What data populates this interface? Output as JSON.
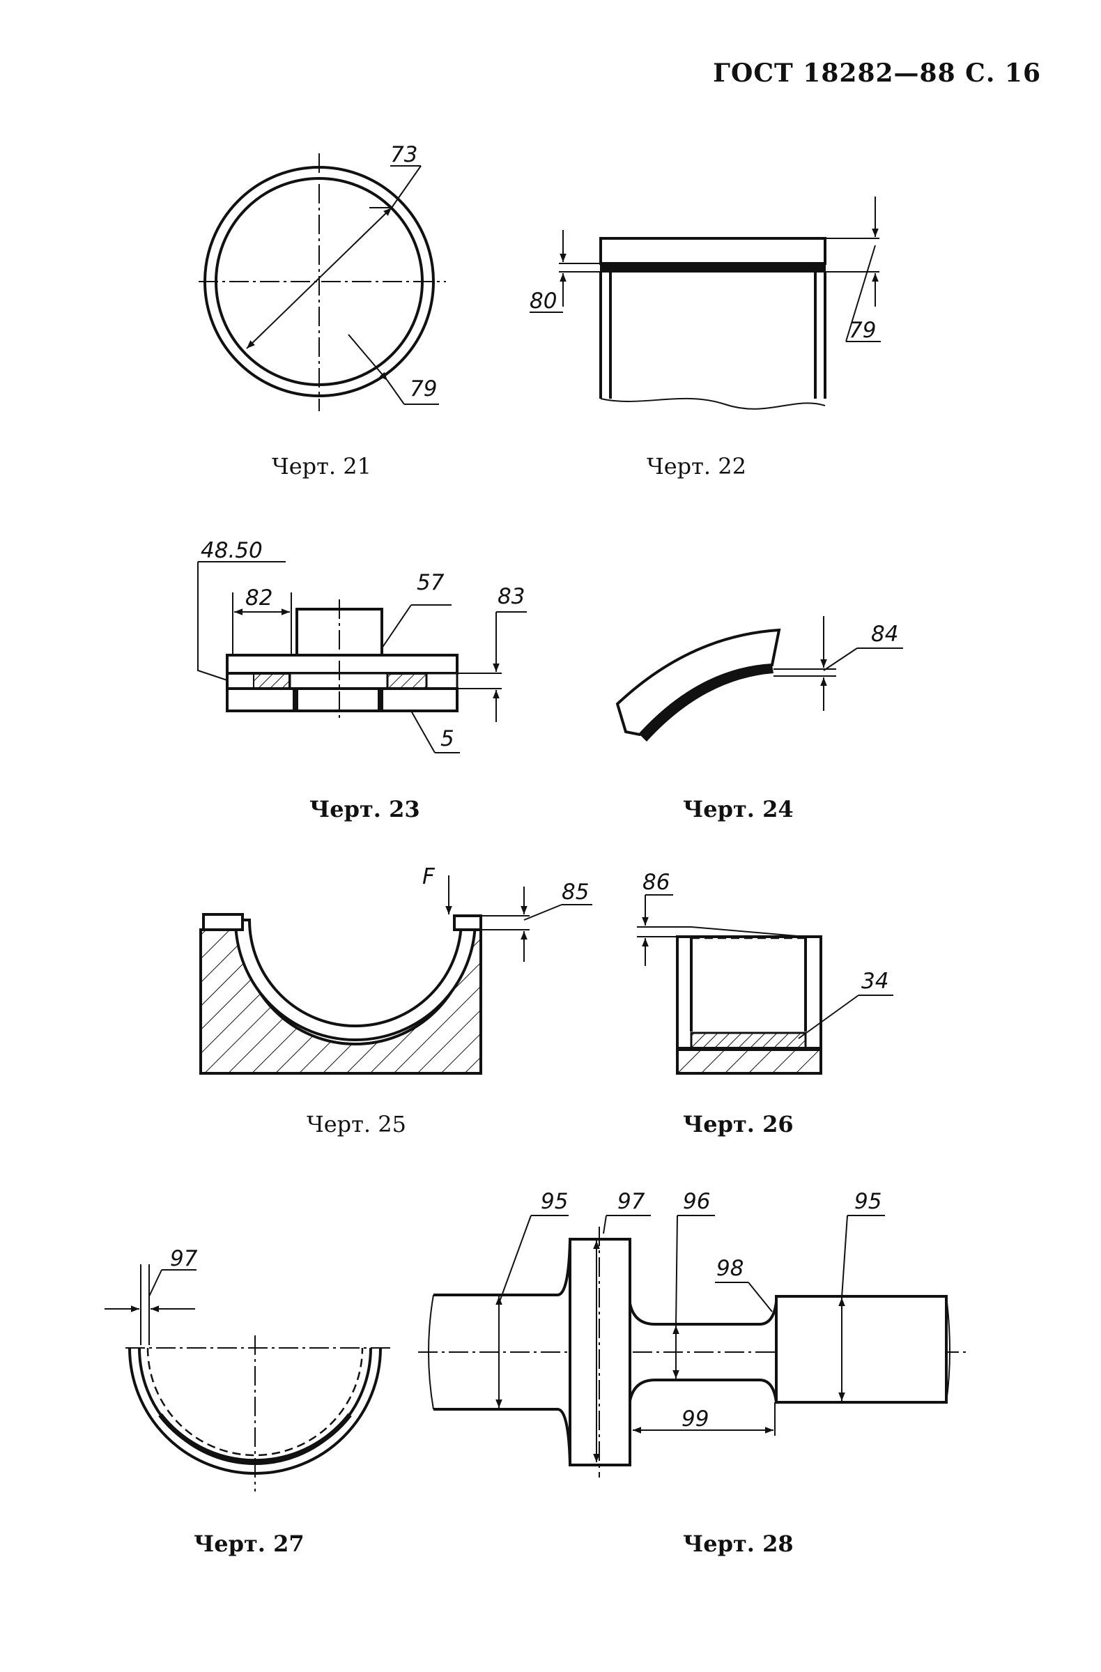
{
  "header": "ГОСТ 18282—88 С. 16",
  "figures": [
    {
      "id": "fig21",
      "caption": "Черт. 21",
      "labels": [
        "73",
        "79"
      ]
    },
    {
      "id": "fig22",
      "caption": "Черт. 22",
      "labels": [
        "80",
        "79"
      ]
    },
    {
      "id": "fig23",
      "caption": "Черт. 23",
      "labels": [
        "48.50",
        "82",
        "57",
        "83",
        "5"
      ]
    },
    {
      "id": "fig24",
      "caption": "Черт. 24",
      "labels": [
        "84"
      ]
    },
    {
      "id": "fig25",
      "caption": "Черт. 25",
      "labels": [
        "F",
        "85"
      ]
    },
    {
      "id": "fig26",
      "caption": "Черт. 26",
      "labels": [
        "86",
        "34"
      ]
    },
    {
      "id": "fig27",
      "caption": "Черт. 27",
      "labels": [
        "97"
      ]
    },
    {
      "id": "fig28",
      "caption": "Черт. 28",
      "labels": [
        "95",
        "97",
        "96",
        "95",
        "98",
        "99"
      ]
    }
  ]
}
